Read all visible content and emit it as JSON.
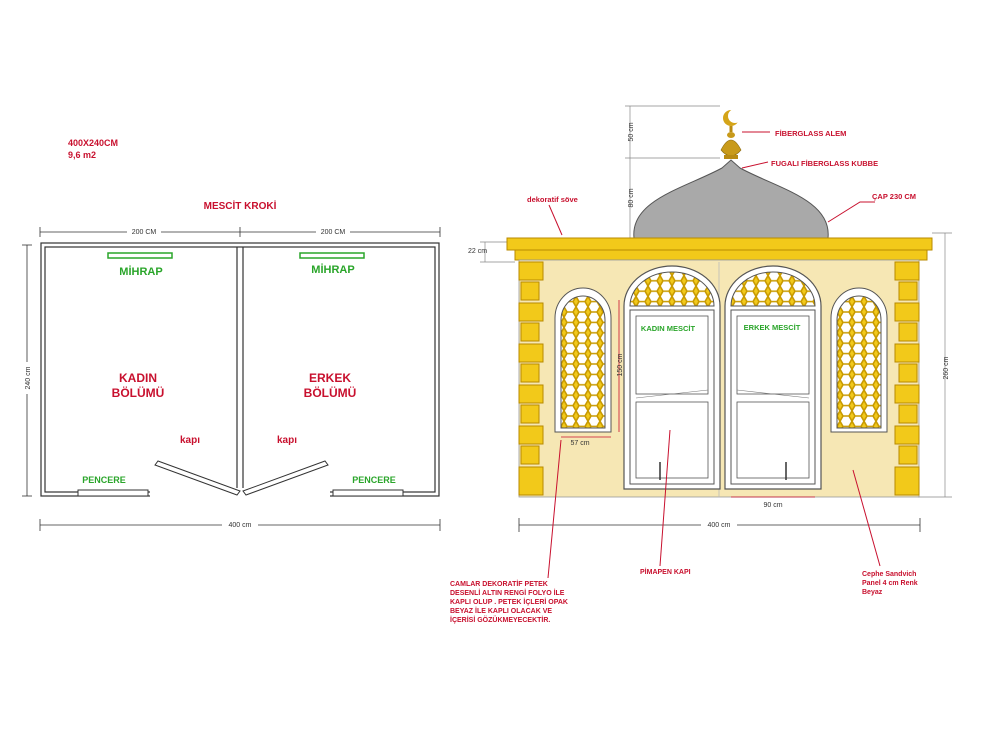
{
  "plan": {
    "size_label": "400X240CM",
    "area_label": "9,6 m2",
    "title": "MESCİT KROKİ",
    "dim_top_left": "200 CM",
    "dim_top_right": "200 CM",
    "dim_side": "240 cm",
    "dim_bottom": "400 cm",
    "mihrap_left": "MİHRAP",
    "mihrap_right": "MİHRAP",
    "women_line1": "KADIN",
    "women_line2": "BÖLÜMÜ",
    "men_line1": "ERKEK",
    "men_line2": "BÖLÜMÜ",
    "door_left": "kapı",
    "door_right": "kapı",
    "window_left": "PENCERE",
    "window_right": "PENCERE"
  },
  "elevation": {
    "label_alem": "FİBERGLASS ALEM",
    "label_dome": "FUGALI FİBERGLASS KUBBE",
    "label_diameter": "ÇAP 230 CM",
    "label_sove": "dekoratif söve",
    "dim_50": "50 cm",
    "dim_80": "80 cm",
    "dim_22": "22 cm",
    "dim_260": "260 cm",
    "dim_150": "150 cm",
    "dim_57": "57 cm",
    "dim_90": "90 cm",
    "dim_400": "400 cm",
    "door_women": "KADIN MESCİT",
    "door_men": "ERKEK MESCİT",
    "note_glass": [
      "CAMLAR DEKORATİF PETEK",
      "DESENLİ  ALTIN RENGİ FOLYO İLE",
      "KAPLI OLUP . PETEK İÇLERİ OPAK",
      "BEYAZ İLE KAPLI OLACAK VE",
      "İÇERİSİ GÖZÜKMEYECEKTİR."
    ],
    "note_door": "PİMAPEN KAPI",
    "note_facade": [
      "Cephe Sandvich",
      "Panel 4 cm Renk",
      "Beyaz"
    ]
  },
  "colors": {
    "gold": "#f2c91a",
    "wall": "#f6e7b4",
    "dome": "#a9a9a9",
    "red": "#c8102e",
    "green": "#2aa52a"
  }
}
